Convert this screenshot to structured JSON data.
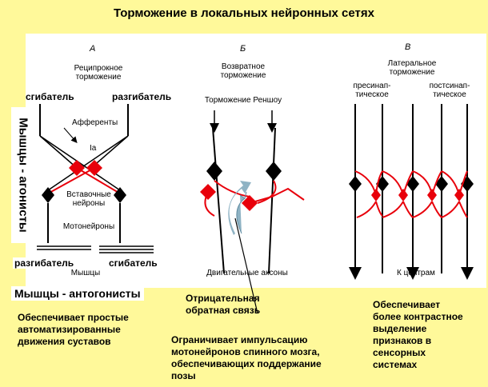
{
  "title": "Торможение в локальных нейронных сетях",
  "panel_a": {
    "letter": "А",
    "heading_1": "Реципрокное",
    "heading_2": "торможение",
    "flexor_top": "сгибатель",
    "extensor_top": "разгибатель",
    "afferents": "Афференты",
    "ia": "Ia",
    "interneurons_1": "Вставочные",
    "interneurons_2": "нейроны",
    "motoneurons": "Мотонейроны",
    "extensor_bottom": "разгибатель",
    "flexor_bottom": "сгибатель",
    "muscles": "Мышцы"
  },
  "panel_b": {
    "letter": "Б",
    "heading_1": "Возвратное",
    "heading_2": "торможение",
    "renshaw": "Торможение Реншоу",
    "axons": "Двигательные аксоны"
  },
  "panel_c": {
    "letter": "В",
    "heading_1": "Латеральное",
    "heading_2": "торможение",
    "pre_1": "пресинап-",
    "pre_2": "тическое",
    "post_1": "постсинап-",
    "post_2": "тическое",
    "to_centers": "К центрам"
  },
  "side_label": "Мышцы - агонисты",
  "antagonists": "Мышцы - антогонисты",
  "feedback_1": "Отрицательная",
  "feedback_2": "обратная связь",
  "desc_a": [
    "Обеспечивает простые",
    "автоматизированные",
    "движения суставов"
  ],
  "desc_b": [
    "Ограничивает импульсацию",
    "мотонейронов спинного мозга,",
    "обеспечивающих поддержание",
    "позы"
  ],
  "desc_c": [
    "Обеспечивает",
    "более контрастное",
    "выделение",
    "признаков в",
    "сенсорных",
    "системах"
  ],
  "colors": {
    "background": "#FFF99A",
    "inhibitory": "#E8000B",
    "neuron": "#000000",
    "feedback_arrow": "#8FB3C4"
  }
}
